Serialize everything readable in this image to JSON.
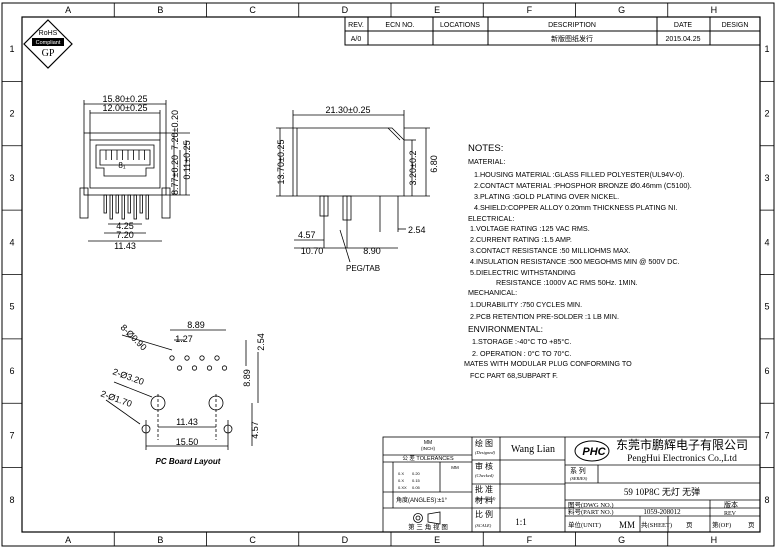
{
  "frame": {
    "columns": [
      "A",
      "B",
      "C",
      "D",
      "E",
      "F",
      "G",
      "H"
    ],
    "rows": [
      "1",
      "2",
      "3",
      "4",
      "5",
      "6",
      "7",
      "8"
    ]
  },
  "logo": {
    "top": "RoHS",
    "middle": "Compliant",
    "bottom": "GP"
  },
  "revision_table": {
    "headers": [
      "REV.",
      "ECN NO.",
      "LOCATIONS",
      "DESCRIPTION",
      "DATE",
      "DESIGN"
    ],
    "row": [
      "A/0",
      "",
      "",
      "新版图纸发行",
      "2015.04.25",
      ""
    ]
  },
  "front_view": {
    "dims": [
      "15.80±0.25",
      "12.00±0.25",
      "7.20±0.20",
      "8.77±0.20",
      "0.11±0.25",
      "4.25",
      "7.20",
      "11.43"
    ]
  },
  "side_view": {
    "dims": [
      "21.30±0.25",
      "13.70±0.25",
      "3.20±0.2",
      "6.80",
      "2.54",
      "4.57",
      "10.70",
      "8.90"
    ],
    "peg_label": "PEG/TAB"
  },
  "pcb_layout": {
    "dims": [
      "8.89",
      "1.27",
      "2.54",
      "8-Ø0.90",
      "8.89",
      "2-Ø3.20",
      "2-Ø1.70",
      "11.43",
      "15.50",
      "4.57"
    ],
    "caption": "PC Board Layout"
  },
  "notes": {
    "title": "NOTES:",
    "material_head": "MATERIAL:",
    "material": [
      "1.HOUSING MATERIAL :GLASS FILLED POLYESTER(UL94V-0).",
      "2.CONTACT MATERIAL :PHOSPHOR BRONZE Ø0.46mm (C5100).",
      "3.PLATING :GOLD PLATING OVER NICKEL.",
      "4.SHIELD:COPPER ALLOY 0.20mm THICKNESS PLATING NI."
    ],
    "electrical_head": "ELECTRICAL:",
    "electrical": [
      "1.VOLTAGE RATING :125 VAC RMS.",
      "2.CURRENT RATING :1.5 AMP.",
      "3.CONTACT RESISTANCE :50 MILLIOHMS MAX.",
      "4.INSULATION RESISTANCE :500 MEGOHMS MIN @ 500V DC.",
      "5.DIELECTRIC WITHSTANDING",
      "RESISTANCE :1000V AC RMS 50Hz. 1MIN."
    ],
    "mechanical_head": "MECHANICAL:",
    "mechanical": [
      "1.DURABILITY :750 CYCLES MIN.",
      "2.PCB RETENTION PRE-SOLDER :1 LB MIN."
    ],
    "environmental_head": "ENVIRONMENTAL:",
    "environmental": [
      "1.STORAGE :-40°C TO +85°C.",
      "2. OPERATION : 0°C TO 70°C."
    ],
    "mates": [
      "MATES WITH MODULAR PLUG CONFORMING TO",
      "FCC PART 68,SUBPART F."
    ]
  },
  "title_block": {
    "tol_unit_top": "MM",
    "tol_unit_sub": "(INCH)",
    "tol_label": "公 差 TOLERANCES",
    "tol_mm": "MM",
    "tol_rows": [
      [
        "0.X",
        "0.20",
        "0.X",
        "0.15",
        "0.XX",
        "0.05"
      ]
    ],
    "angle": "角度(ANGLES):±1°",
    "projection": "第 三 角 视 图",
    "drawn": "绘  图",
    "drawn_en": "(Designed)",
    "drawn_name": "Wang  Lian",
    "checked": "审  核",
    "checked_en": "(Checked)",
    "approved": "批  准",
    "approved_en": "(Approved)",
    "material": "材  料",
    "material_en": "(Material)",
    "scale": "比  例",
    "scale_en": "(SCALE)",
    "scale_val": "1:1",
    "company_cn": "东莞市鹏辉电子有限公司",
    "company_en": "PengHui Electronics Co.,Ltd",
    "phc": "PHC",
    "series": "系  列",
    "series_en": "(SERIES)",
    "product": "59  10P8C  无灯  无弹",
    "dwg_no": "图号(DWG NO.)",
    "part_no": "料号(PART NO.)",
    "part_val": "1059-208012",
    "unit": "单位(UNIT)",
    "unit_val": "MM",
    "sheet": "共(SHEET)",
    "sheet_page": "页",
    "of": "第(OF)",
    "of_page": "页",
    "rev": "版本",
    "rev_en": "REV"
  }
}
